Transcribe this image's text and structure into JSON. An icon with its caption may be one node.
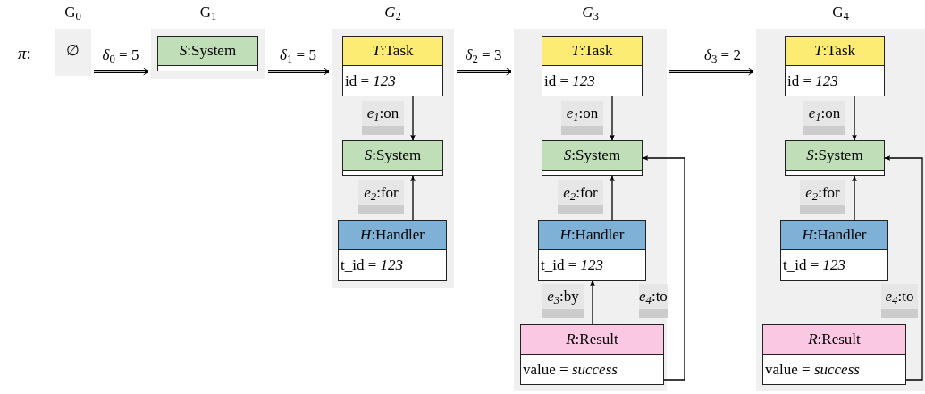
{
  "diagram": {
    "nodes": [
      {
        "text": [
          "G$_{0}$",
          "∅"
        ]
      },
      {
        "text": [
          "G$_{1}$"
        ]
      },
      {
        "text": [
          "*S*:System"
        ],
        "in": 1
      },
      {
        "text": [
          "*G*$_{2}$"
        ]
      },
      {
        "text": [
          "*T*:Task",
          "id = *123*"
        ],
        "in": 3
      },
      {
        "text": [
          "*S*:System"
        ],
        "in": 3
      },
      {
        "text": [
          "*H*:Handler",
          "t_id = *123*"
        ],
        "in": 3
      },
      {
        "text": [
          "*G*$_{3}$"
        ]
      },
      {
        "text": [
          "*T*:Task",
          "id = *123*"
        ],
        "in": 7
      },
      {
        "text": [
          "*S*:System"
        ],
        "in": 7
      },
      {
        "text": [
          "*H*:Handler",
          "t_id = *123*"
        ],
        "in": 7
      },
      {
        "text": [
          "*R*:Result",
          "value = *success*"
        ],
        "in": 7
      },
      {
        "text": [
          "G$_{4}$"
        ]
      },
      {
        "text": [
          "*T*:Task",
          "id = *123*"
        ],
        "in": 12
      },
      {
        "text": [
          "*S*:System"
        ],
        "in": 12
      },
      {
        "text": [
          "*H*:Handler",
          "t_id = *123*"
        ],
        "in": 12
      },
      {
        "text": [
          "*R*:Result",
          "value = *success*"
        ],
        "in": 12
      }
    ],
    "edges": [
      {
        "from": 0,
        "to": 1,
        "arrow": "to",
        "label": "*δ*$_{0}$ = 5",
        "style": "thick"
      },
      {
        "from": 1,
        "to": 3,
        "arrow": "to",
        "label": "*δ*$_{1}$ = 5",
        "style": "thick"
      },
      {
        "from": 3,
        "to": 7,
        "arrow": "to",
        "label": "*δ*$_{2}$ = 3",
        "style": "thick"
      },
      {
        "from": 7,
        "to": 12,
        "arrow": "to",
        "label": "*δ*$_{3}$ = 2",
        "style": "thick"
      },
      {
        "from": 4,
        "to": 5,
        "arrow": "to",
        "label": "*e$_{1}$*:on"
      },
      {
        "from": 6,
        "to": 5,
        "arrow": "to",
        "label": "*e$_{2}$*:for"
      },
      {
        "from": 8,
        "to": 9,
        "arrow": "to",
        "label": "*e$_{1}$*:on"
      },
      {
        "from": 10,
        "to": 9,
        "arrow": "to",
        "label": "*e$_{2}$*:for"
      },
      {
        "from": 11,
        "to": 10,
        "arrow": "to",
        "label": "*e$_{3}$*:by"
      },
      {
        "from": 11,
        "to": 9,
        "arrow": "to",
        "label": "*e$_{4}$*:to"
      },
      {
        "from": 13,
        "to": 14,
        "arrow": "to",
        "label": "*e$_{1}$*:on"
      },
      {
        "from": 15,
        "to": 14,
        "arrow": "to",
        "label": "*e$_{2}$*:for"
      },
      {
        "from": 16,
        "to": 14,
        "arrow": "to",
        "label": "*e$_{4}$*:to"
      }
    ],
    "labels": [
      "*π*:"
    ]
  }
}
